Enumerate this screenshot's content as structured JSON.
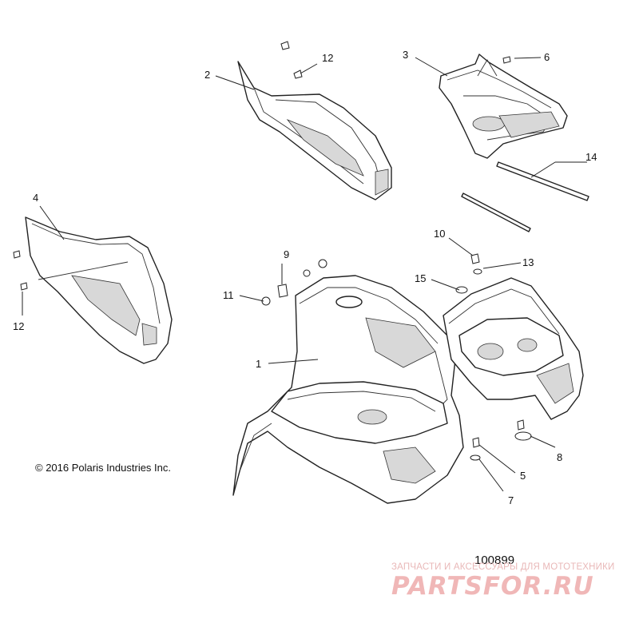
{
  "diagram": {
    "copyright": "© 2016 Polaris Industries Inc.",
    "reference_number": "100899",
    "callouts": {
      "c1": "1",
      "c2": "2",
      "c3": "3",
      "c4": "4",
      "c5": "5",
      "c6": "6",
      "c7": "7",
      "c8": "8",
      "c9": "9",
      "c10": "10",
      "c11": "11",
      "c12a": "12",
      "c12b": "12",
      "c13": "13",
      "c14": "14",
      "c15": "15"
    }
  },
  "watermark": {
    "tagline": "ЗАПЧАСТИ И АКСЕССУАРЫ ДЛЯ МОТОТЕХНИКИ",
    "logo_text": "PARTSFOR.RU",
    "color": "#e8a0a0"
  }
}
